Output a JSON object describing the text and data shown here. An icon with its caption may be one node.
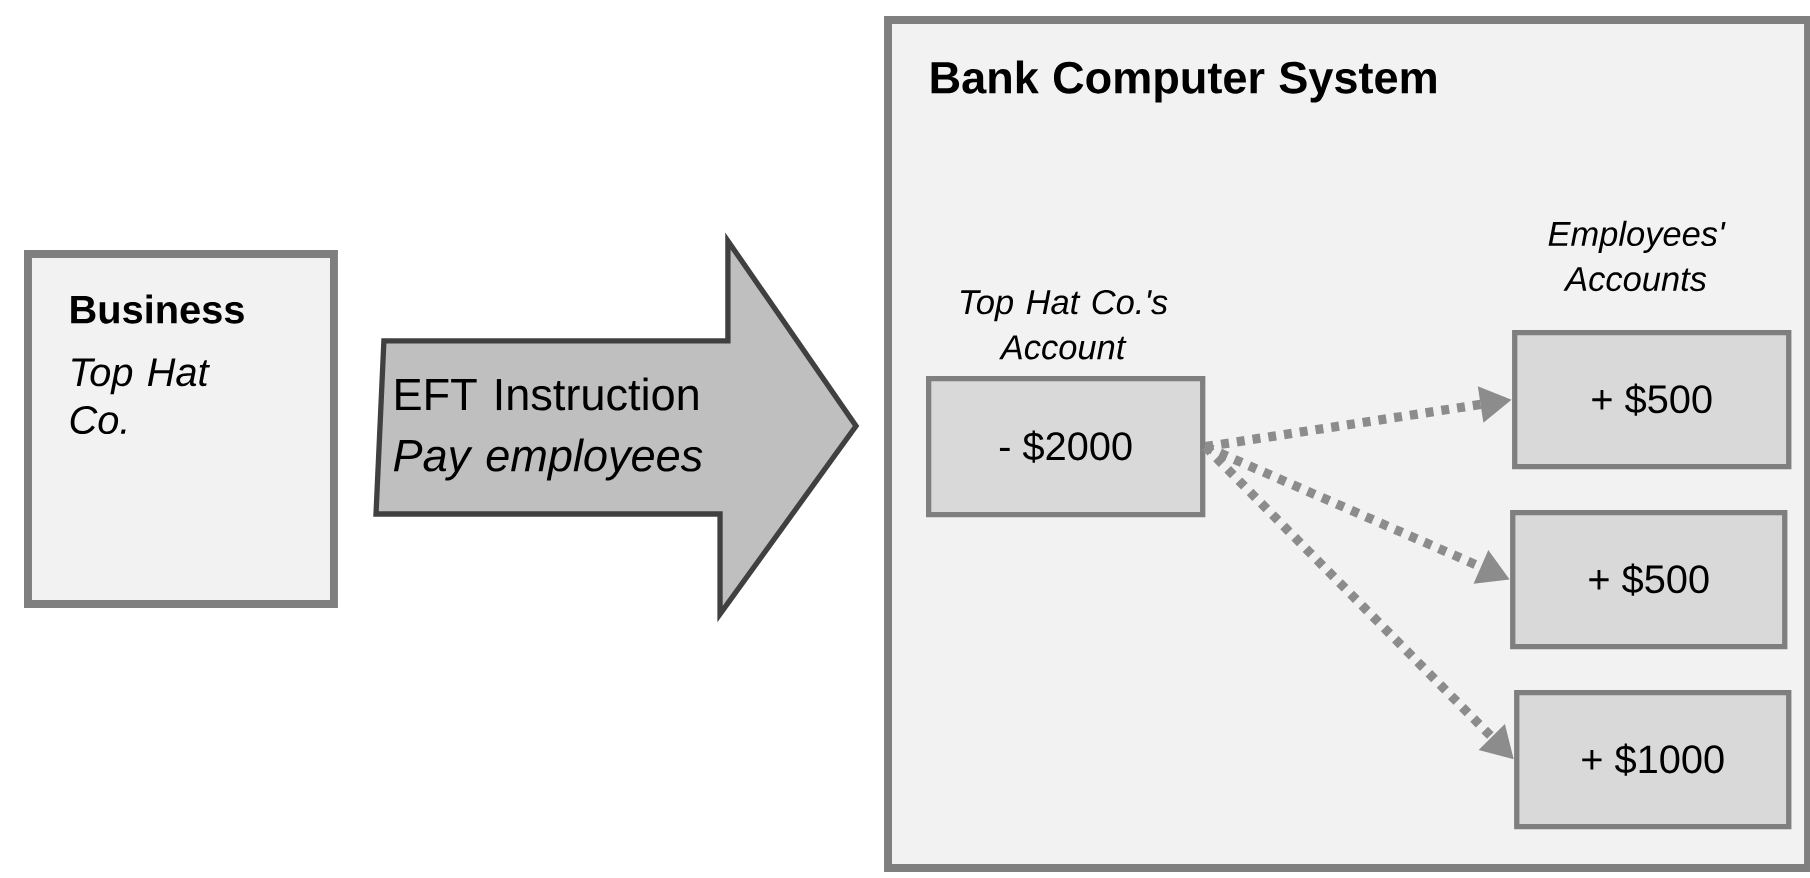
{
  "diagram": {
    "nodes": [
      {
        "text": [
          "Business",
          "Top Hat Co."
        ]
      },
      {
        "text": [
          "Bank Computer System"
        ]
      },
      {
        "text": [
          "- $2000"
        ],
        "in": 1,
        "beside": [
          "Top Hat Co.'s Account"
        ]
      },
      {
        "text": [
          "+ $500"
        ],
        "in": 1
      },
      {
        "text": [
          "+ $500"
        ],
        "in": 1
      },
      {
        "text": [
          "+ $1000"
        ],
        "in": 1
      }
    ],
    "edges": [
      {
        "from": 0,
        "to": 1,
        "arrow": "to",
        "label": "EFT Instruction *Pay employees*",
        "style": "thick"
      },
      {
        "from": 2,
        "to": 3,
        "arrow": "to",
        "style": "dashed"
      },
      {
        "from": 2,
        "to": 4,
        "arrow": "to",
        "style": "dashed"
      },
      {
        "from": 2,
        "to": 5,
        "arrow": "to",
        "style": "dashed"
      }
    ],
    "labels": [
      "Employees' Accounts"
    ]
  }
}
